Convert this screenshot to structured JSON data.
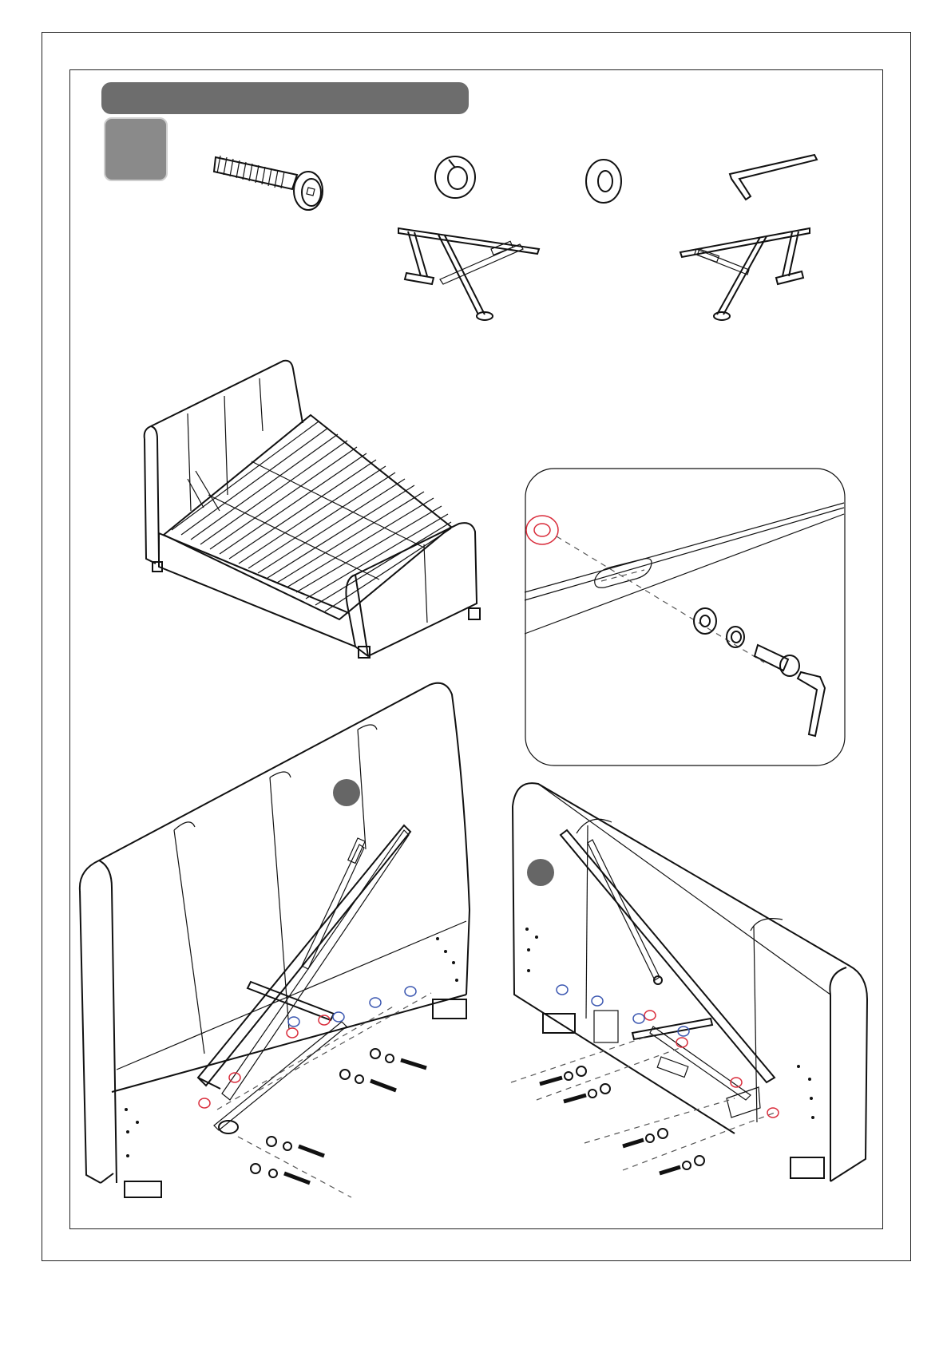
{
  "header": {
    "title": "",
    "step_number": ""
  },
  "callouts": {
    "left_panel_marker": "",
    "right_panel_marker": ""
  },
  "colors": {
    "title_bar": "#6d6d6d",
    "step_badge": "#8a8a8a",
    "marker_red": "#d92b3a",
    "marker_blue": "#3a56b0"
  },
  "parts": [
    {
      "name": "bolt",
      "icon": "bolt-icon"
    },
    {
      "name": "spring-washer",
      "icon": "spring-washer-icon"
    },
    {
      "name": "flat-washer",
      "icon": "flat-washer-icon"
    },
    {
      "name": "allen-key",
      "icon": "allen-key-icon"
    },
    {
      "name": "lift-mechanism-left",
      "icon": "lift-mechanism-icon"
    },
    {
      "name": "lift-mechanism-right",
      "icon": "lift-mechanism-icon"
    }
  ]
}
